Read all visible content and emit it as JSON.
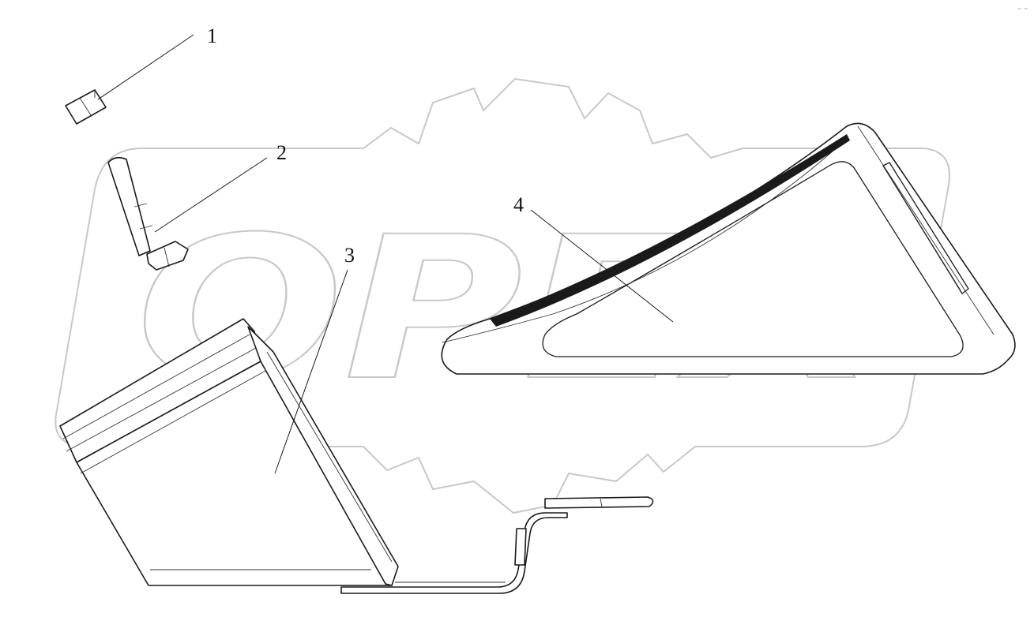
{
  "watermark": {
    "text": "OPEX",
    "color": "#c8c8c8"
  },
  "callouts": [
    {
      "id": "1",
      "label": "1"
    },
    {
      "id": "2",
      "label": "2"
    },
    {
      "id": "3",
      "label": "3"
    },
    {
      "id": "4",
      "label": "4"
    }
  ],
  "corner_mark": "⁻ ⁻",
  "colors": {
    "line": "#1a1a1a",
    "watermark": "#c8c8c8",
    "background": "#ffffff"
  }
}
